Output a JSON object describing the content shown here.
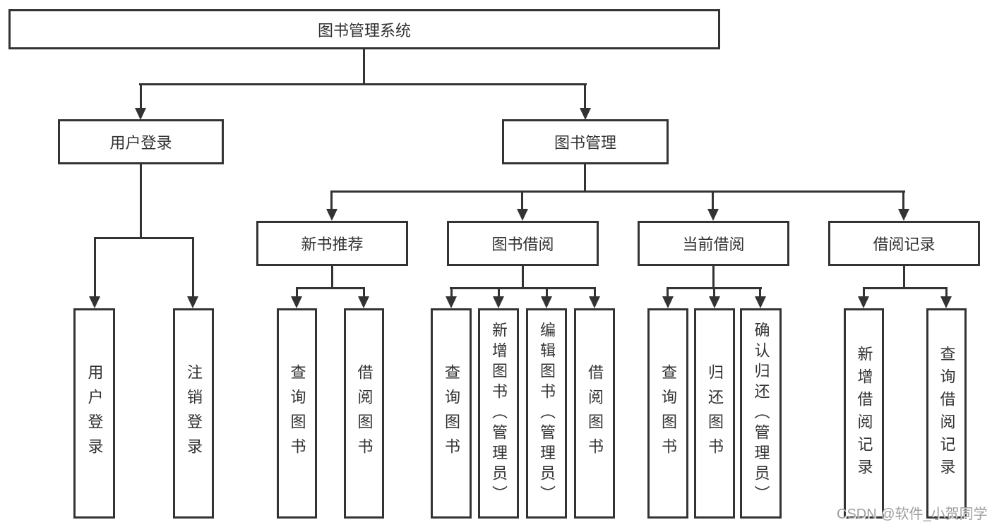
{
  "colors": {
    "line": "#333333",
    "text": "#333333",
    "background": "#ffffff",
    "watermark": "#9e9e9e"
  },
  "watermark": {
    "text": "CSDN @软件_小贺同学"
  },
  "nodes": {
    "root": {
      "label": "图书管理系统"
    },
    "level2": [
      {
        "label": "用户登录"
      },
      {
        "label": "图书管理"
      }
    ],
    "level3": [
      {
        "label": "新书推荐"
      },
      {
        "label": "图书借阅"
      },
      {
        "label": "当前借阅"
      },
      {
        "label": "借阅记录"
      }
    ],
    "leaves": {
      "user": [
        {
          "label": "用户登录"
        },
        {
          "label": "注销登录"
        }
      ],
      "newbook": [
        {
          "label": "查询图书"
        },
        {
          "label": "借阅图书"
        }
      ],
      "borrow": [
        {
          "label": "查询图书"
        },
        {
          "label": "新增图书（管理员）"
        },
        {
          "label": "编辑图书（管理员）"
        },
        {
          "label": "借阅图书"
        }
      ],
      "current": [
        {
          "label": "查询图书"
        },
        {
          "label": "归还图书"
        },
        {
          "label": "确认归还（管理员）"
        }
      ],
      "record": [
        {
          "label": "新增借阅记录"
        },
        {
          "label": "查询借阅记录"
        }
      ]
    }
  }
}
